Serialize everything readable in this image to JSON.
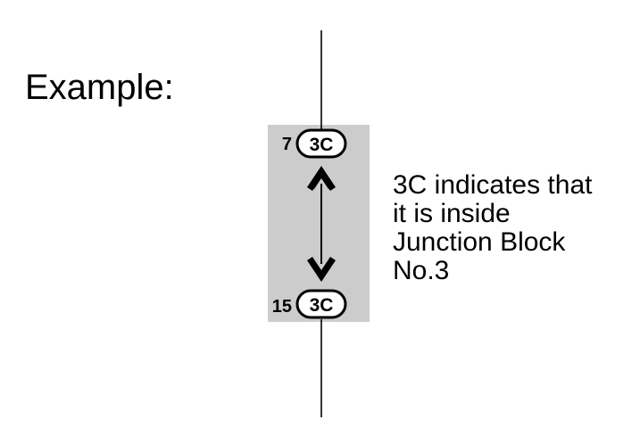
{
  "heading": "Example:",
  "connectors": {
    "top": {
      "pin": "7",
      "code": "3C"
    },
    "bottom": {
      "pin": "15",
      "code": "3C"
    }
  },
  "explanation": {
    "lines": [
      "3C indicates that",
      "it is inside",
      "Junction Block",
      "No.3"
    ]
  },
  "colors": {
    "junction_block_fill": "#cccccc",
    "line": "#000000"
  },
  "icons": {
    "top_arrow": "arrow-up-icon",
    "bottom_arrow": "arrow-down-icon"
  }
}
